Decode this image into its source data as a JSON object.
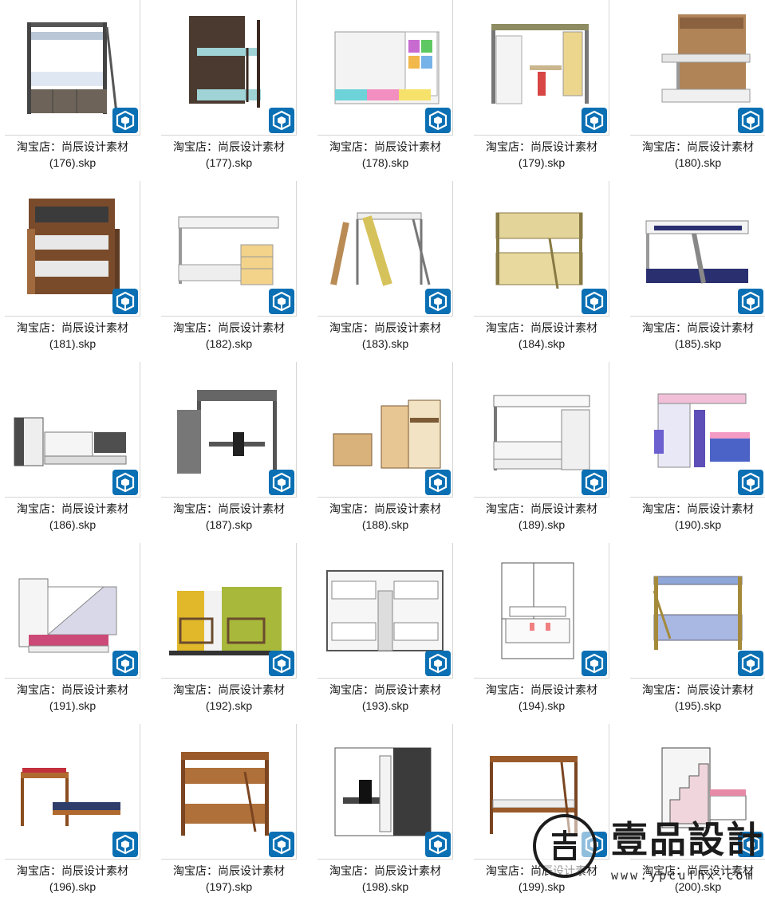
{
  "items": [
    {
      "line1": "淘宝店：尚辰设计素材",
      "line2": "(176).skp",
      "model": "bunk-gray"
    },
    {
      "line1": "淘宝店：尚辰设计素材",
      "line2": "(177).skp",
      "model": "bunk-dark"
    },
    {
      "line1": "淘宝店：尚辰设计素材",
      "line2": "(178).skp",
      "model": "cabin-color"
    },
    {
      "line1": "淘宝店：尚辰设计素材",
      "line2": "(179).skp",
      "model": "loft-desk"
    },
    {
      "line1": "淘宝店：尚辰设计素材",
      "line2": "(180).skp",
      "model": "murphy-wood"
    },
    {
      "line1": "淘宝店：尚辰设计素材",
      "line2": "(181).skp",
      "model": "wardrobe-bunk"
    },
    {
      "line1": "淘宝店：尚辰设计素材",
      "line2": "(182).skp",
      "model": "stair-bunk"
    },
    {
      "line1": "淘宝店：尚辰设计素材",
      "line2": "(183).skp",
      "model": "slide-loft"
    },
    {
      "line1": "淘宝店：尚辰设计素材",
      "line2": "(184).skp",
      "model": "bunk-yellow"
    },
    {
      "line1": "淘宝店：尚辰设计素材",
      "line2": "(185).skp",
      "model": "twin-stair"
    },
    {
      "line1": "淘宝店：尚辰设计素材",
      "line2": "(186).skp",
      "model": "long-set"
    },
    {
      "line1": "淘宝店：尚辰设计素材",
      "line2": "(187).skp",
      "model": "loft-office"
    },
    {
      "line1": "淘宝店：尚辰设计素材",
      "line2": "(188).skp",
      "model": "wood-set"
    },
    {
      "line1": "淘宝店：尚辰设计素材",
      "line2": "(189).skp",
      "model": "white-stair"
    },
    {
      "line1": "淘宝店：尚辰设计素材",
      "line2": "(190).skp",
      "model": "pink-purple"
    },
    {
      "line1": "淘宝店：尚辰设计素材",
      "line2": "(191).skp",
      "model": "shelf-stair"
    },
    {
      "line1": "淘宝店：尚辰设计素材",
      "line2": "(192).skp",
      "model": "room-green"
    },
    {
      "line1": "淘宝店：尚辰设计素材",
      "line2": "(193).skp",
      "model": "wall-bunks"
    },
    {
      "line1": "淘宝店：尚辰设计素材",
      "line2": "(194).skp",
      "model": "line-cabinet"
    },
    {
      "line1": "淘宝店：尚辰设计素材",
      "line2": "(195).skp",
      "model": "bunk-blue"
    },
    {
      "line1": "淘宝店：尚辰设计素材",
      "line2": "(196).skp",
      "model": "l-bunk"
    },
    {
      "line1": "淘宝店：尚辰设计素材",
      "line2": "(197).skp",
      "model": "bunk-brown"
    },
    {
      "line1": "淘宝店：尚辰设计素材",
      "line2": "(198).skp",
      "model": "loft-chair"
    },
    {
      "line1": "淘宝店：尚辰设计素材",
      "line2": "(199).skp",
      "model": "bunk-oak"
    },
    {
      "line1": "淘宝店：尚辰设计素材",
      "line2": "(200).skp",
      "model": "stair-pink"
    }
  ],
  "badge_icon": "sketchup-icon",
  "watermark": {
    "name": "壹品設計",
    "url": "www.ypcufhx.com"
  }
}
